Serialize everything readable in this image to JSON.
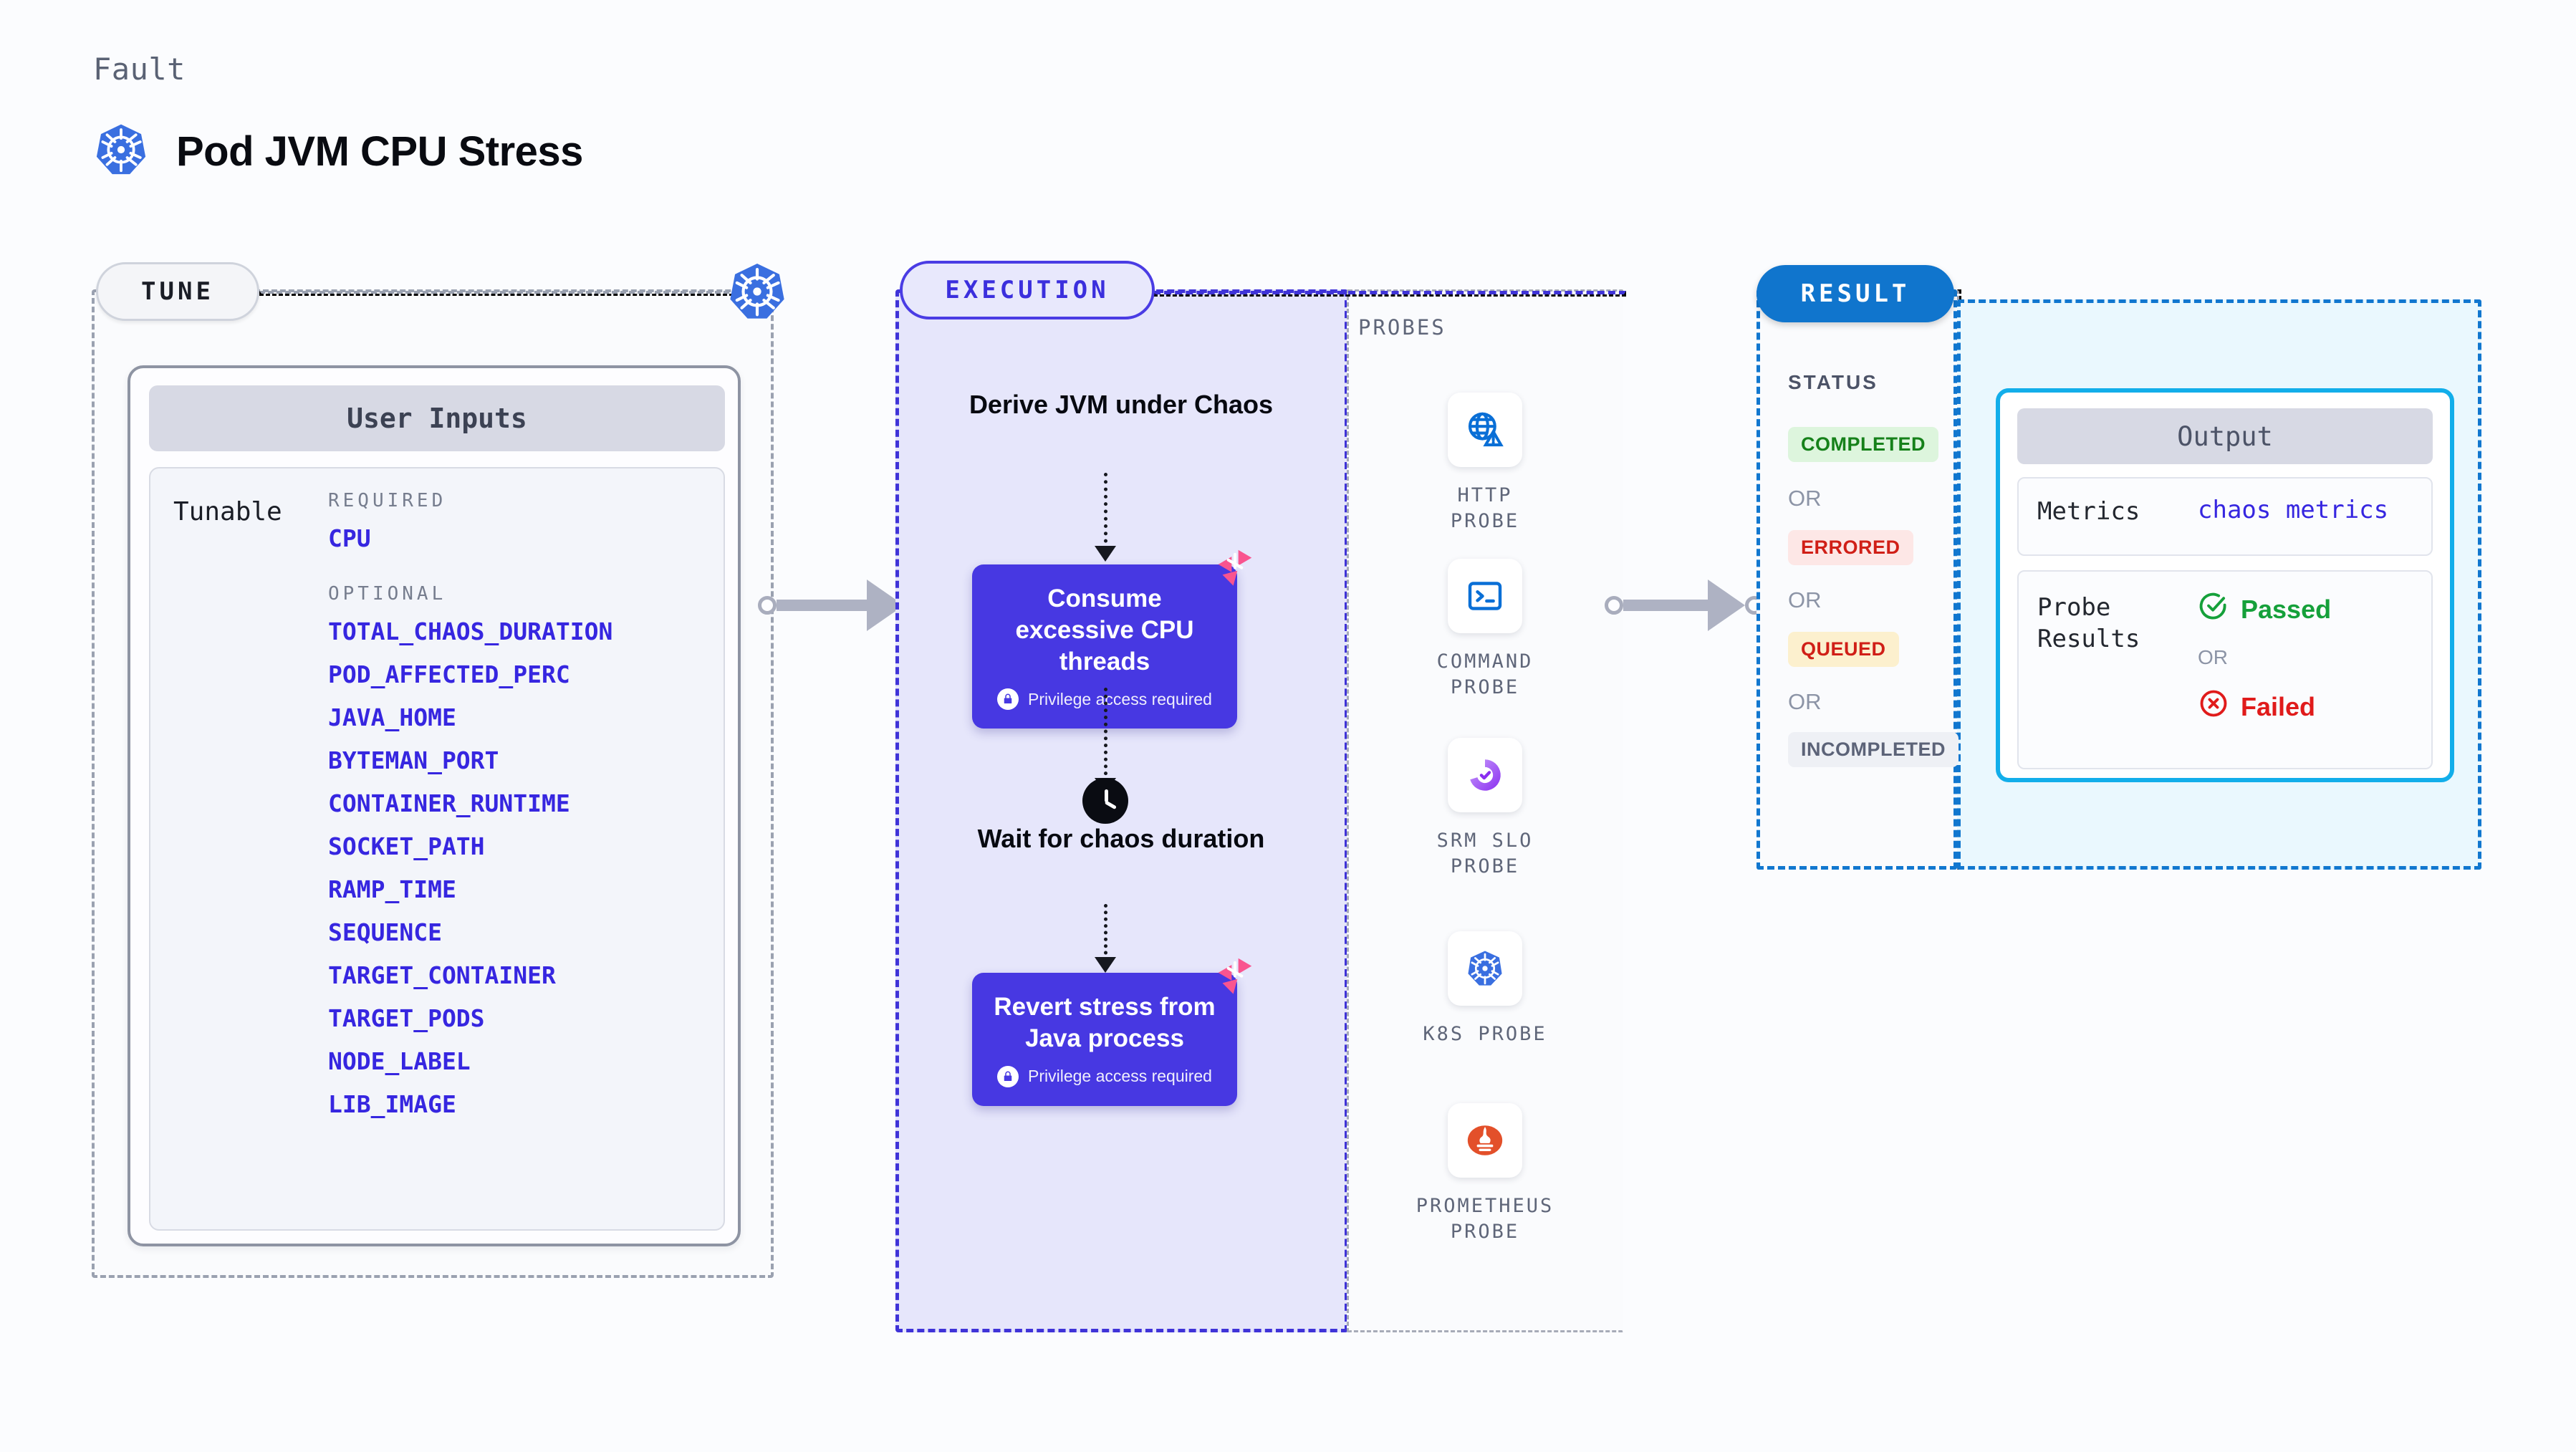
{
  "header": {
    "kicker": "Fault",
    "title": "Pod JVM CPU Stress",
    "icon": "kubernetes-icon"
  },
  "tune": {
    "pill_label": "TUNE",
    "badge_icon": "kubernetes-icon",
    "card_title": "User Inputs",
    "tunable_label": "Tunable",
    "required_heading": "REQUIRED",
    "optional_heading": "OPTIONAL",
    "required_params": [
      "CPU"
    ],
    "optional_params": [
      "TOTAL_CHAOS_DURATION",
      "POD_AFFECTED_PERC",
      "JAVA_HOME",
      "BYTEMAN_PORT",
      "CONTAINER_RUNTIME",
      "SOCKET_PATH",
      "RAMP_TIME",
      "SEQUENCE",
      "TARGET_CONTAINER",
      "TARGET_PODS",
      "NODE_LABEL",
      "LIB_IMAGE"
    ]
  },
  "execution": {
    "pill_label": "EXECUTION",
    "step_derive": "Derive JVM under Chaos",
    "box1_title": "Consume excessive CPU threads",
    "box1_privilege": "Privilege access required",
    "wait_label": "Wait for chaos duration",
    "box2_title": "Revert stress from Java process",
    "box2_privilege": "Privilege access required",
    "clock_icon": "clock-icon",
    "lock_icon": "lock-icon",
    "litmus_icon": "litmus-chaos-icon"
  },
  "probes": {
    "section_label": "PROBES",
    "items": [
      {
        "label": "HTTP PROBE",
        "icon": "globe-warning-icon"
      },
      {
        "label": "COMMAND PROBE",
        "icon": "terminal-icon"
      },
      {
        "label": "SRM SLO PROBE",
        "icon": "srm-slo-icon"
      },
      {
        "label": "K8S PROBE",
        "icon": "kubernetes-icon"
      },
      {
        "label": "PROMETHEUS PROBE",
        "icon": "prometheus-icon"
      }
    ]
  },
  "result": {
    "pill_label": "RESULT",
    "status_heading": "STATUS",
    "or_label": "OR",
    "statuses": [
      {
        "label": "COMPLETED",
        "bg": "#ddf5dd",
        "fg": "#16811a"
      },
      {
        "label": "ERRORED",
        "bg": "#fde7e6",
        "fg": "#d01f17"
      },
      {
        "label": "QUEUED",
        "bg": "#fcf0ce",
        "fg": "#d01f17"
      },
      {
        "label": "INCOMPLETED",
        "bg": "#eef0f5",
        "fg": "#5c6378"
      }
    ]
  },
  "output": {
    "title": "Output",
    "metrics_key": "Metrics",
    "metrics_value": "chaos metrics",
    "probe_results_key": "Probe Results",
    "passed_label": "Passed",
    "failed_label": "Failed",
    "or_label": "OR",
    "passed_icon": "check-circle-icon",
    "failed_icon": "x-circle-icon",
    "passed_color": "#15a03a",
    "failed_color": "#e01b1b"
  },
  "colors": {
    "execution_purple": "#4738e2",
    "result_blue": "#1075cd",
    "output_cyan": "#12aeea",
    "param_blue": "#3626e0",
    "litmus_pink": "#f9548f"
  }
}
